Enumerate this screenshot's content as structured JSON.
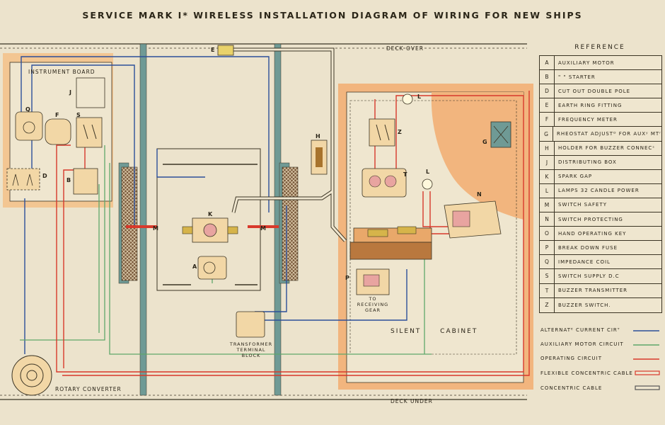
{
  "title": "SERVICE MARK I* WIRELESS INSTALLATION DIAGRAM OF WIRING FOR NEW SHIPS",
  "labels": {
    "deck_over": "DECK OVER",
    "deck_under": "DECK UNDER",
    "instrument_board": "INSTRUMENT BOARD",
    "rotary_converter": "ROTARY CONVERTER",
    "transformer_block": "TRANSFORMER TERMINAL BLOCK",
    "to_receiving_gear": "TO RECEIVING GEAR",
    "silent_cabinet": "SILENT CABINET"
  },
  "component_letters": [
    "Q",
    "F",
    "S",
    "J",
    "D",
    "B",
    "K",
    "M",
    "M",
    "A",
    "E",
    "H",
    "L",
    "L",
    "Z",
    "T",
    "G",
    "N",
    "P"
  ],
  "reference": {
    "heading": "REFERENCE",
    "rows": [
      {
        "key": "A",
        "desc": "AUXILIARY MOTOR"
      },
      {
        "key": "B",
        "desc": "\"        \"   STARTER"
      },
      {
        "key": "D",
        "desc": "CUT OUT DOUBLE POLE"
      },
      {
        "key": "E",
        "desc": "EARTH RING FITTING"
      },
      {
        "key": "F",
        "desc": "FREQUENCY METER"
      },
      {
        "key": "G",
        "desc": "RHEOSTAT ADJUSTᴰ FOR AUXʸ MTʳ"
      },
      {
        "key": "H",
        "desc": "HOLDER FOR BUZZER CONNECˢ"
      },
      {
        "key": "J",
        "desc": "DISTRIBUTING BOX"
      },
      {
        "key": "K",
        "desc": "SPARK GAP"
      },
      {
        "key": "L",
        "desc": "LAMPS 32 CANDLE POWER"
      },
      {
        "key": "M",
        "desc": "SWITCH SAFETY"
      },
      {
        "key": "N",
        "desc": "SWITCH PROTECTING"
      },
      {
        "key": "O",
        "desc": "HAND OPERATING KEY"
      },
      {
        "key": "P",
        "desc": "BREAK DOWN FUSE"
      },
      {
        "key": "Q",
        "desc": "IMPEDANCE COIL"
      },
      {
        "key": "S",
        "desc": "SWITCH SUPPLY D.C"
      },
      {
        "key": "T",
        "desc": "BUZZER TRANSMITTER"
      },
      {
        "key": "Z",
        "desc": "BUZZER SWITCH."
      }
    ]
  },
  "legend": [
    {
      "label": "ALTERNATᴱ CURRENT CIRᵀ",
      "color": "#2c4f9a",
      "style": "line"
    },
    {
      "label": "AUXILIARY MOTOR CIRCUIT",
      "color": "#5fa86a",
      "style": "line"
    },
    {
      "label": "OPERATING CIRCUIT",
      "color": "#d8392b",
      "style": "line"
    },
    {
      "label": "FLEXIBLE CONCENTRIC CABLE",
      "color": "#d8392b",
      "style": "flex-cable"
    },
    {
      "label": "CONCENTRIC CABLE",
      "color": "#555555",
      "style": "cable"
    }
  ],
  "colors": {
    "paper": "#ece3cc",
    "instrument_board": "#f3c692",
    "silent_cabinet": "#f2b57e",
    "ac_circuit": "#2c4f9a",
    "aux_circuit": "#5fa86a",
    "operating_circuit": "#d8392b",
    "bulkhead": "#6f9a95"
  }
}
